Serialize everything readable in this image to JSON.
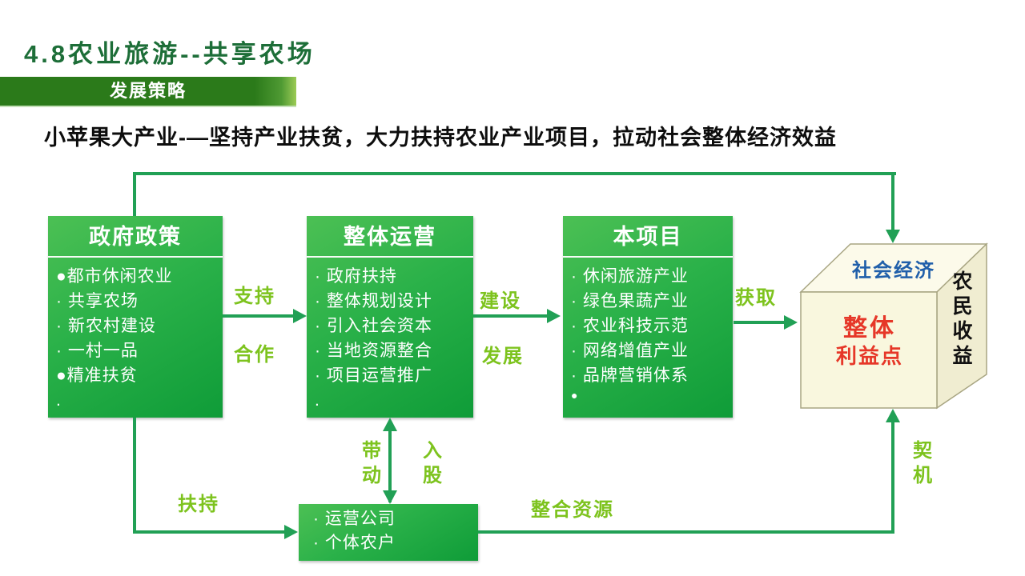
{
  "page": {
    "title": "4.8农业旅游--共享农场",
    "section_label": "发展策略",
    "subtitle": "小苹果大产业-—坚持产业扶贫，大力扶持农业产业项目，拉动社会整体经济效益"
  },
  "colors": {
    "title_green": "#1d6e38",
    "bar_green": "#2b7a1a",
    "box_green": "#1fa344",
    "arrow_green": "#21a055",
    "label_green": "#7dc31e",
    "cube_fill": "#f8f6dc",
    "cube_border": "#a8a582",
    "blue_text": "#205faa",
    "red_text": "#e63728"
  },
  "diagram": {
    "boxes": [
      {
        "title": "政府政策",
        "items": [
          "●都市休闲农业",
          "· 共享农场",
          "· 新农村建设",
          "· 一村一品",
          "●精准扶贫",
          "."
        ]
      },
      {
        "title": "整体运营",
        "items": [
          "· 政府扶持",
          "· 整体规划设计",
          "· 引入社会资本",
          "· 当地资源整合",
          "· 项目运营推广",
          "."
        ]
      },
      {
        "title": "本项目",
        "items": [
          "· 休闲旅游产业",
          "· 绿色果蔬产业",
          "· 农业科技示范",
          "· 网络增值产业",
          "· 品牌营销体系",
          "●"
        ]
      }
    ],
    "bottom_box": {
      "items": [
        "· 运营公司",
        "· 个体农户"
      ]
    },
    "cube": {
      "top_label": "社会经济",
      "front_label_line1": "整体",
      "front_label_line2": "利益点",
      "side_label": "农民收益"
    },
    "arrow_labels": {
      "support": "支持",
      "cooperate": "合作",
      "construct": "建设",
      "develop": "发展",
      "obtain": "获取",
      "drive": "带动",
      "invest": "入股",
      "assist": "扶持",
      "integrate": "整合资源",
      "opportunity": "契机"
    }
  }
}
